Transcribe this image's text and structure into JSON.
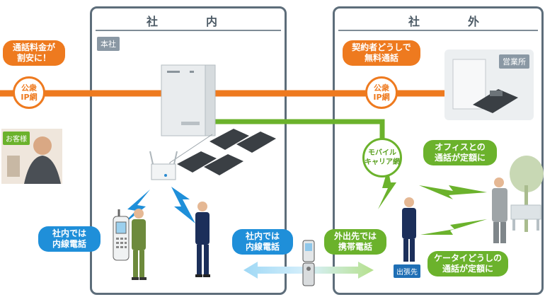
{
  "sections": {
    "internal_title": "社　内",
    "external_title": "社　外"
  },
  "tags": {
    "head_office": "本社",
    "sales_office": "営業所",
    "customer": "お客様",
    "business_trip": "出張先"
  },
  "nodes": {
    "public_ip_left": [
      "公衆",
      "IP網"
    ],
    "public_ip_right": [
      "公衆",
      "IP網"
    ],
    "mobile_carrier": [
      "モバイル",
      "キャリア網"
    ]
  },
  "bubbles": {
    "call_cheap": [
      "通話料金が",
      "割安に！"
    ],
    "contract_free": [
      "契約者どうしで",
      "無料通話"
    ],
    "office_flat": [
      "オフィスとの",
      "通話が定額に"
    ],
    "mobile_flat": [
      "ケータイどうしの",
      "通話が定額に"
    ],
    "internal_ext_left": [
      "社内では",
      "内線電話"
    ],
    "internal_ext_right": [
      "社内では",
      "内線電話"
    ],
    "outside_mobile": [
      "外出先では",
      "携帯電話"
    ]
  },
  "colors": {
    "orange": "#ee7a1f",
    "green": "#6bb22c",
    "blue": "#1f8fd9",
    "frame": "#5d6d7a"
  }
}
